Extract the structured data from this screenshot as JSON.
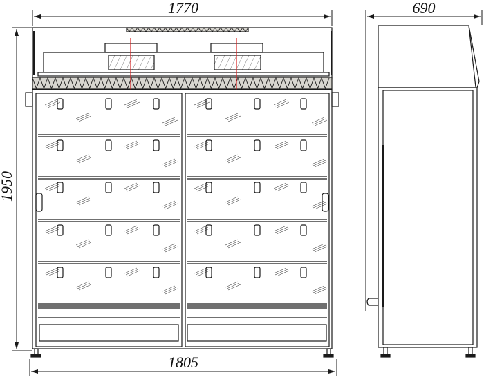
{
  "dimensions": {
    "front_width_top": "1770",
    "front_width_bottom": "1805",
    "height": "1950",
    "side_depth": "690"
  },
  "colors": {
    "line": "#1a1a1a",
    "axis_marker": "#d42020",
    "grille_fill": "#d8d6d0"
  }
}
